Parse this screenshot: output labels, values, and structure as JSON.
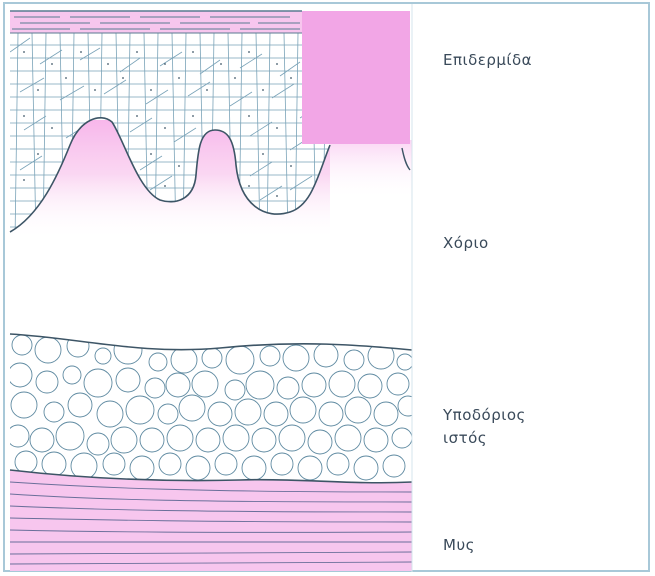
{
  "labels": {
    "epidermis": "Επιδερμίδα",
    "dermis": "Χόριο",
    "subcutaneous_line1": "Υποδόριος",
    "subcutaneous_line2": "ιστός",
    "muscle": "Μυς"
  },
  "colors": {
    "frame": "#a8c8d8",
    "outline": "#3d5566",
    "cell_line": "#7aa3b8",
    "pink": "#f7b3ea",
    "pink_solid": "#f2a6e6",
    "text": "#3a4a5a"
  }
}
